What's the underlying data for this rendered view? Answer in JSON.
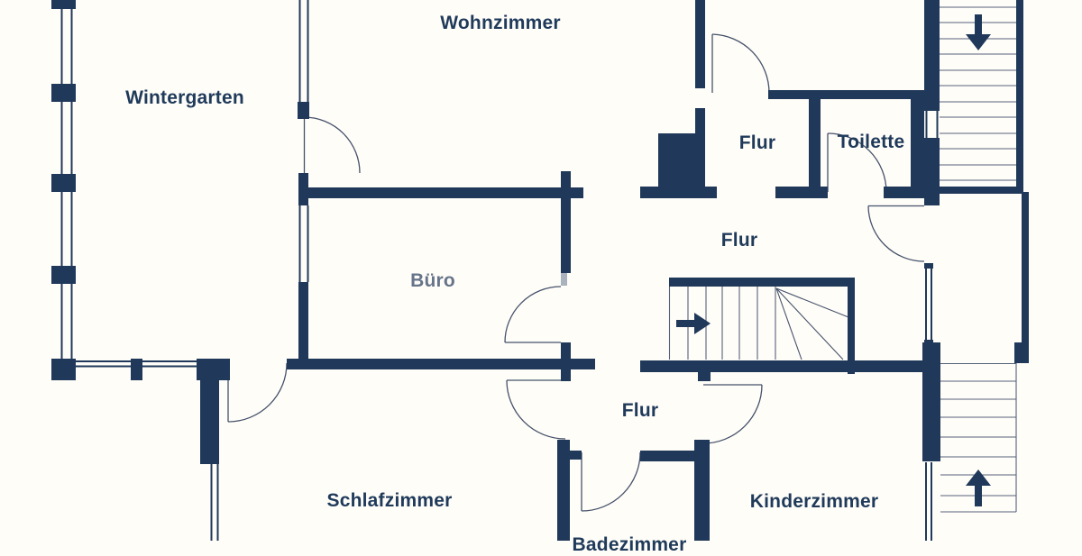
{
  "colors": {
    "wall": "#20395a",
    "line": "#45526b",
    "tread": "#55617a",
    "text": "#1f3a5a",
    "muted": "#66748a",
    "jamb": "#a9b2bd",
    "corner": "#a8b4c0",
    "background": "#fffdf8"
  },
  "rooms": [
    {
      "id": "wintergarten",
      "label": "Wintergarten"
    },
    {
      "id": "wohnzimmer",
      "label": "Wohnzimmer"
    },
    {
      "id": "flur-upper",
      "label": "Flur"
    },
    {
      "id": "toilette",
      "label": "Toilette"
    },
    {
      "id": "buero",
      "label": "Büro"
    },
    {
      "id": "flur-middle",
      "label": "Flur"
    },
    {
      "id": "flur-lower",
      "label": "Flur"
    },
    {
      "id": "schlafzimmer",
      "label": "Schlafzimmer"
    },
    {
      "id": "kinderzimmer",
      "label": "Kinderzimmer"
    },
    {
      "id": "badezimmer",
      "label": "Badezimmer"
    }
  ],
  "stairs": [
    {
      "id": "upper-staircase",
      "direction": "down"
    },
    {
      "id": "middle-staircase",
      "direction": "right"
    },
    {
      "id": "lower-staircase",
      "direction": "up"
    }
  ]
}
